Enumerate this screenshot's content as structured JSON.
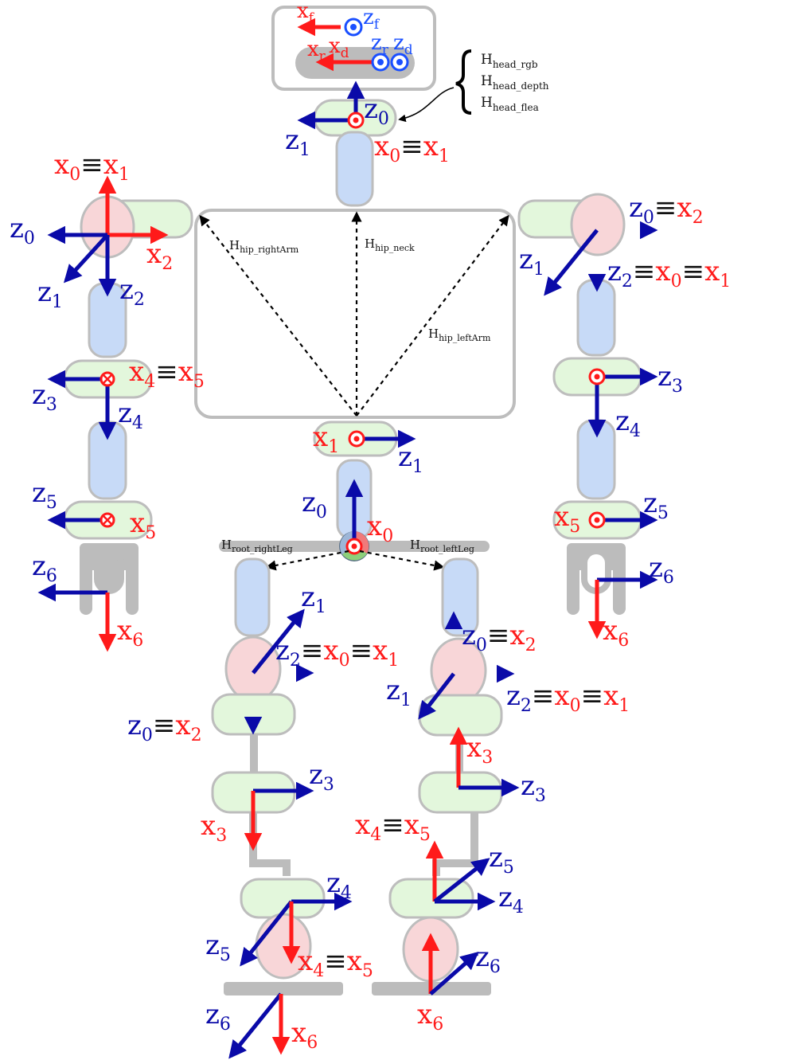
{
  "colors": {
    "x_axis": "#ff1a1a",
    "z_axis": "#0a0aa8",
    "equiv": "#111111",
    "joint_green": "#e3f7dc",
    "link_blue": "#c7daf7",
    "joint_pink": "#f8d6d8",
    "structure_gray": "#bcbcbc"
  },
  "equiv_symbol": "≡",
  "head": {
    "labels": {
      "xf": {
        "base": "x",
        "sub": "f"
      },
      "zf": {
        "base": "z",
        "sub": "f"
      },
      "xr": {
        "base": "x",
        "sub": "r"
      },
      "xd": {
        "base": "x",
        "sub": "d"
      },
      "zr": {
        "base": "z",
        "sub": "r"
      },
      "zd": {
        "base": "z",
        "sub": "d"
      },
      "z0": {
        "base": "z",
        "sub": "0"
      },
      "z1": {
        "base": "z",
        "sub": "1"
      },
      "x0": {
        "base": "x",
        "sub": "0"
      },
      "x1": {
        "base": "x",
        "sub": "1"
      }
    },
    "transforms": [
      {
        "base": "H",
        "sub": "head_rgb"
      },
      {
        "base": "H",
        "sub": "head_depth"
      },
      {
        "base": "H",
        "sub": "head_flea"
      }
    ]
  },
  "hip": {
    "transforms": {
      "right_arm": {
        "base": "H",
        "sub": "hip_rightArm"
      },
      "neck": {
        "base": "H",
        "sub": "hip_neck"
      },
      "left_arm": {
        "base": "H",
        "sub": "hip_leftArm"
      },
      "root_right_leg": {
        "base": "H",
        "sub": "root_rightLeg"
      },
      "root_left_leg": {
        "base": "H",
        "sub": "root_leftLeg"
      }
    },
    "labels": {
      "x1": {
        "base": "x",
        "sub": "1"
      },
      "z1": {
        "base": "z",
        "sub": "1"
      },
      "z0": {
        "base": "z",
        "sub": "0"
      },
      "x0": {
        "base": "x",
        "sub": "0"
      }
    }
  },
  "right_arm": {
    "labels": {
      "x0": {
        "base": "x",
        "sub": "0"
      },
      "x1": {
        "base": "x",
        "sub": "1"
      },
      "z0": {
        "base": "z",
        "sub": "0"
      },
      "x2": {
        "base": "x",
        "sub": "2"
      },
      "z1": {
        "base": "z",
        "sub": "1"
      },
      "z2": {
        "base": "z",
        "sub": "2"
      },
      "x4": {
        "base": "x",
        "sub": "4"
      },
      "x5": {
        "base": "x",
        "sub": "5"
      },
      "z3": {
        "base": "z",
        "sub": "3"
      },
      "z4": {
        "base": "z",
        "sub": "4"
      },
      "z5": {
        "base": "z",
        "sub": "5"
      },
      "x5b": {
        "base": "x",
        "sub": "5"
      },
      "z6": {
        "base": "z",
        "sub": "6"
      },
      "x6": {
        "base": "x",
        "sub": "6"
      }
    }
  },
  "left_arm": {
    "labels": {
      "z0": {
        "base": "z",
        "sub": "0"
      },
      "x2": {
        "base": "x",
        "sub": "2"
      },
      "z1": {
        "base": "z",
        "sub": "1"
      },
      "z2": {
        "base": "z",
        "sub": "2"
      },
      "x0": {
        "base": "x",
        "sub": "0"
      },
      "x1": {
        "base": "x",
        "sub": "1"
      },
      "z3": {
        "base": "z",
        "sub": "3"
      },
      "z4": {
        "base": "z",
        "sub": "4"
      },
      "x5": {
        "base": "x",
        "sub": "5"
      },
      "z5": {
        "base": "z",
        "sub": "5"
      },
      "z6": {
        "base": "z",
        "sub": "6"
      },
      "x6": {
        "base": "x",
        "sub": "6"
      }
    }
  },
  "right_leg": {
    "labels": {
      "z1": {
        "base": "z",
        "sub": "1"
      },
      "z2": {
        "base": "z",
        "sub": "2"
      },
      "x0": {
        "base": "x",
        "sub": "0"
      },
      "x1": {
        "base": "x",
        "sub": "1"
      },
      "z0": {
        "base": "z",
        "sub": "0"
      },
      "x2": {
        "base": "x",
        "sub": "2"
      },
      "z3": {
        "base": "z",
        "sub": "3"
      },
      "x3": {
        "base": "x",
        "sub": "3"
      },
      "z4": {
        "base": "z",
        "sub": "4"
      },
      "z5": {
        "base": "z",
        "sub": "5"
      },
      "x4": {
        "base": "x",
        "sub": "4"
      },
      "x5": {
        "base": "x",
        "sub": "5"
      },
      "z6": {
        "base": "z",
        "sub": "6"
      },
      "x6": {
        "base": "x",
        "sub": "6"
      }
    }
  },
  "left_leg": {
    "labels": {
      "z0": {
        "base": "z",
        "sub": "0"
      },
      "x2": {
        "base": "x",
        "sub": "2"
      },
      "z1": {
        "base": "z",
        "sub": "1"
      },
      "z2": {
        "base": "z",
        "sub": "2"
      },
      "x0": {
        "base": "x",
        "sub": "0"
      },
      "x1": {
        "base": "x",
        "sub": "1"
      },
      "x3": {
        "base": "x",
        "sub": "3"
      },
      "z3": {
        "base": "z",
        "sub": "3"
      },
      "x4": {
        "base": "x",
        "sub": "4"
      },
      "x5": {
        "base": "x",
        "sub": "5"
      },
      "z5": {
        "base": "z",
        "sub": "5"
      },
      "z4": {
        "base": "z",
        "sub": "4"
      },
      "z6": {
        "base": "z",
        "sub": "6"
      },
      "x6": {
        "base": "x",
        "sub": "6"
      }
    }
  }
}
